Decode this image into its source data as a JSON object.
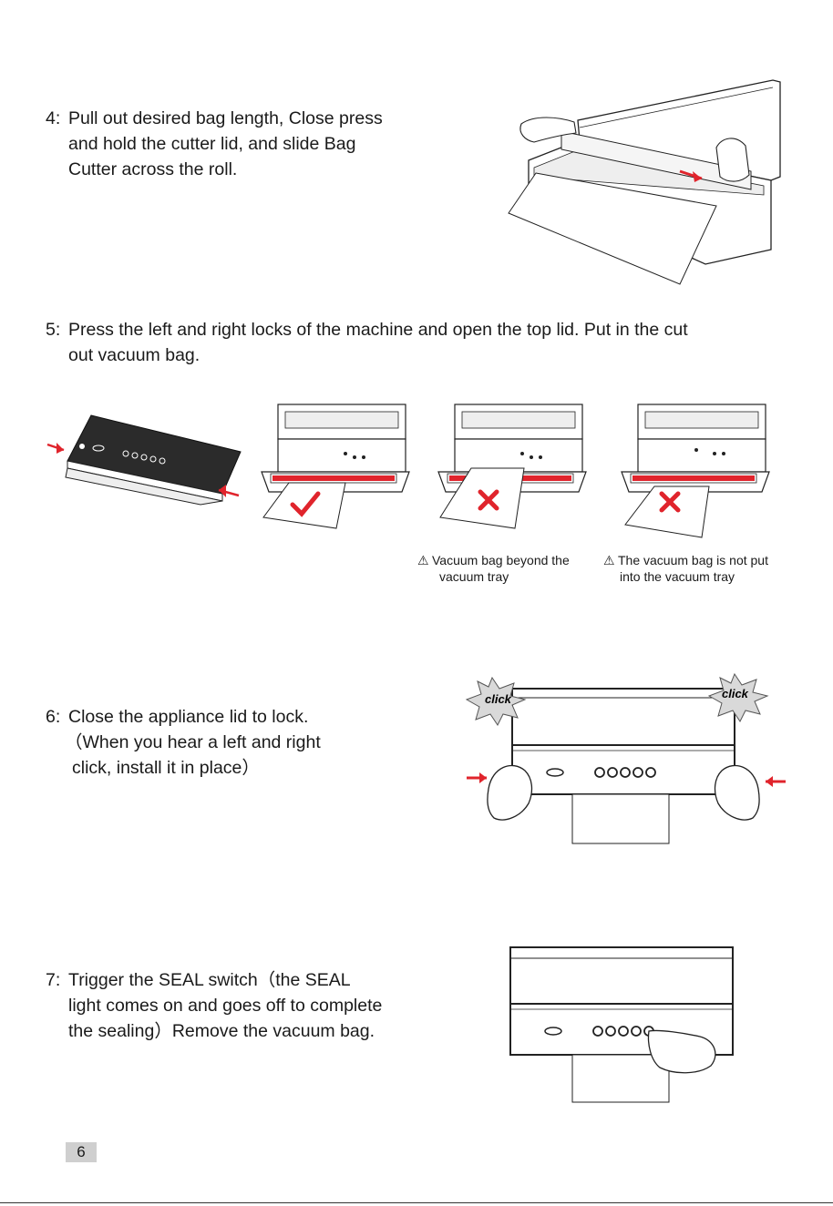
{
  "steps": [
    {
      "num": "4:",
      "lines": [
        "Pull out desired bag length, Close press",
        "and hold the cutter lid, and slide Bag",
        "Cutter across the roll."
      ]
    },
    {
      "num": "5:",
      "lines": [
        "Press the left and right locks of the machine and open the top lid. Put in the cut",
        "out vacuum bag."
      ]
    },
    {
      "num": "6:",
      "lines": [
        "Close the appliance lid to lock.",
        "（When you hear a left and right",
        "click, install it in place）"
      ]
    },
    {
      "num": "7:",
      "lines": [
        "Trigger the SEAL switch（the SEAL",
        "light comes on and goes off to complete",
        "the sealing）Remove the vacuum bag."
      ]
    }
  ],
  "warnings": [
    {
      "lines": [
        "Vacuum bag beyond the",
        "vacuum tray"
      ]
    },
    {
      "lines": [
        "The vacuum bag is not put",
        "into the vacuum tray"
      ]
    }
  ],
  "click_labels": [
    "click",
    "click"
  ],
  "page_number": "6",
  "colors": {
    "accent": "#e0242c",
    "ink": "#1a1a1a",
    "page_tab": "#cfcfcf"
  },
  "icons": [
    "hand-icon",
    "checkmark-icon",
    "cross-icon",
    "warning-triangle-icon",
    "arrow-icon",
    "starburst-icon"
  ]
}
